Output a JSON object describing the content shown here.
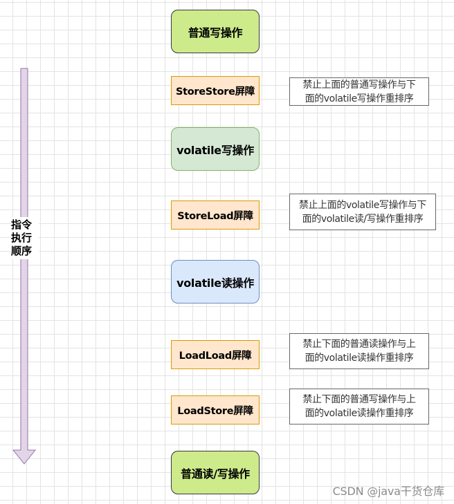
{
  "axis": {
    "label_lines": [
      "指令",
      "执行",
      "顺序"
    ]
  },
  "nodes": {
    "normal_write": "普通写操作",
    "store_store": "StoreStore屏障",
    "volatile_write": "volatile写操作",
    "store_load": "StoreLoad屏障",
    "volatile_read": "volatile读操作",
    "load_load": "LoadLoad屏障",
    "load_store": "LoadStore屏障",
    "normal_read_write": "普通读/写操作"
  },
  "notes": {
    "store_store": [
      "禁止上面的普通写操作与下",
      "面的volatile写操作重排序"
    ],
    "store_load": [
      "禁止上面的volatile写操作与下",
      "面的volatile读/写操作重排序"
    ],
    "load_load": [
      "禁止下面的普通读操作与上",
      "面的volatile读操作重排序"
    ],
    "load_store": [
      "禁止下面的普通写操作与上",
      "面的volatile读操作重排序"
    ]
  },
  "colors": {
    "operation_green": "#cdeb8b",
    "operation_mint": "#d5e8d4",
    "operation_blue": "#dae8fc",
    "barrier_fill": "#ffe6cc",
    "barrier_border": "#d79b00",
    "arrow_fill": "#e1d5e7",
    "arrow_border": "#9673a6"
  },
  "watermark": "CSDN @java干货仓库"
}
